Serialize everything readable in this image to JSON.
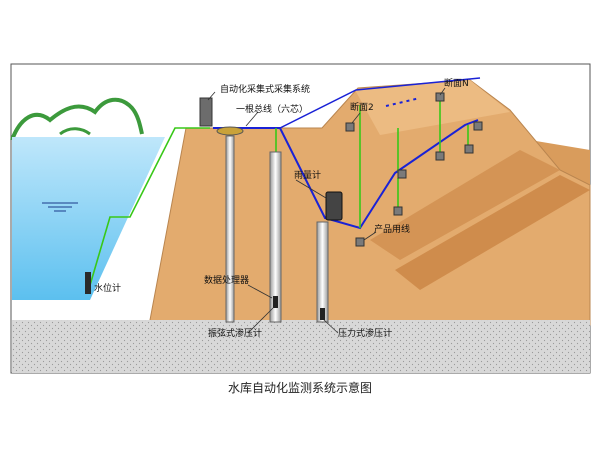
{
  "caption": "水库自动化监测系统示意图",
  "labels": {
    "system": "自动化采集式采集系统",
    "main_line": "一根总线（六芯）",
    "section_2": "断面2",
    "section_n": "断面N",
    "rain_gauge": "雨量计",
    "product_line": "产品用线",
    "data_processor": "数据处理器",
    "water_level_gauge": "水位计",
    "vibrating_piezometer": "振弦式渗压计",
    "pressure_piezometer": "压力式渗压计"
  },
  "colors": {
    "water": "#8fd3f4",
    "dam_body": "#e3ab6e",
    "foundation": "#d2d2d2",
    "bus_line": "#1a22d6",
    "signal_line": "#38c818",
    "hills": "#3c9a3c"
  }
}
